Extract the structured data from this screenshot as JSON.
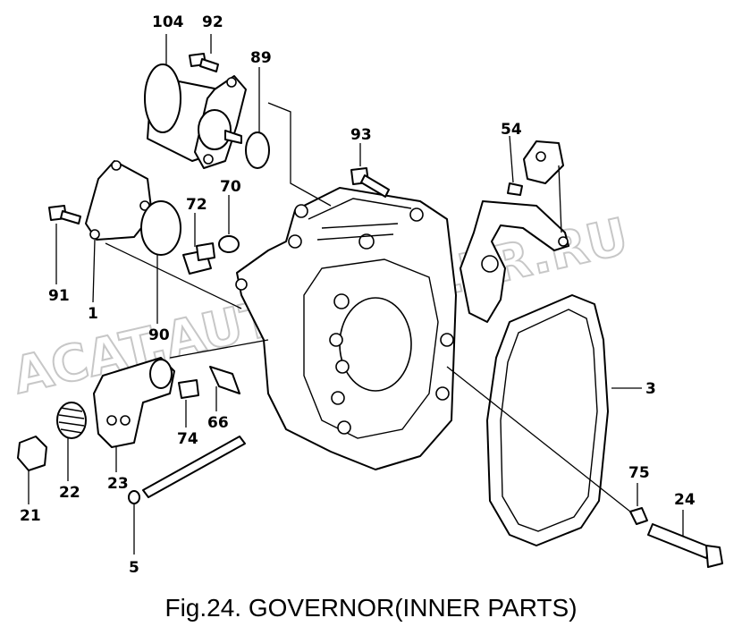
{
  "caption": "Fig.24.  GOVERNOR(INNER PARTS)",
  "watermark": "ACAT.AUTODEALER.RU",
  "callouts": {
    "p104": "104",
    "p92": "92",
    "p89": "89",
    "p93": "93",
    "p54": "54",
    "p70": "70",
    "p72": "72",
    "p91": "91",
    "p1": "1",
    "p90": "90",
    "p3": "3",
    "p23": "23",
    "p74": "74",
    "p66": "66",
    "p22": "22",
    "p21": "21",
    "p5": "5",
    "p75": "75",
    "p24": "24"
  }
}
